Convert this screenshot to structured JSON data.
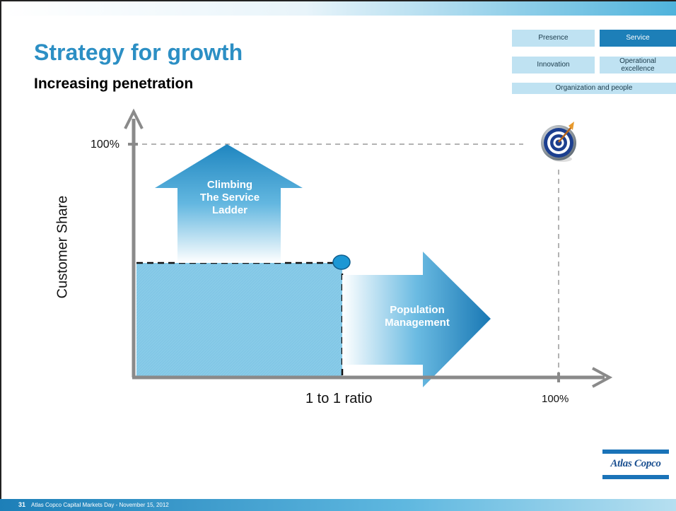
{
  "slide": {
    "title": "Strategy for growth",
    "subtitle": "Increasing penetration"
  },
  "nav": {
    "presence": "Presence",
    "service": "Service",
    "innovation": "Innovation",
    "operational": "Operational excellence",
    "organization": "Organization and people"
  },
  "diagram": {
    "y_axis_label": "Customer Share",
    "y_tick": "100%",
    "x_label_ratio": "1 to 1 ratio",
    "x_label_max": "100%",
    "arrow_up_text": "Climbing\nThe Service\nLadder",
    "arrow_right_text": "Population\nManagement",
    "target_icon": "target-icon"
  },
  "footer": {
    "page_number": "31",
    "text": "Atlas Copco Capital Markets Day - November 15, 2012"
  },
  "logo": {
    "text": "Atlas Copco"
  },
  "colors": {
    "accent": "#2c8fc4",
    "nav_active": "#1d7fb8",
    "nav_inactive": "#bfe2f2",
    "area_fill": "#88cbe8"
  }
}
